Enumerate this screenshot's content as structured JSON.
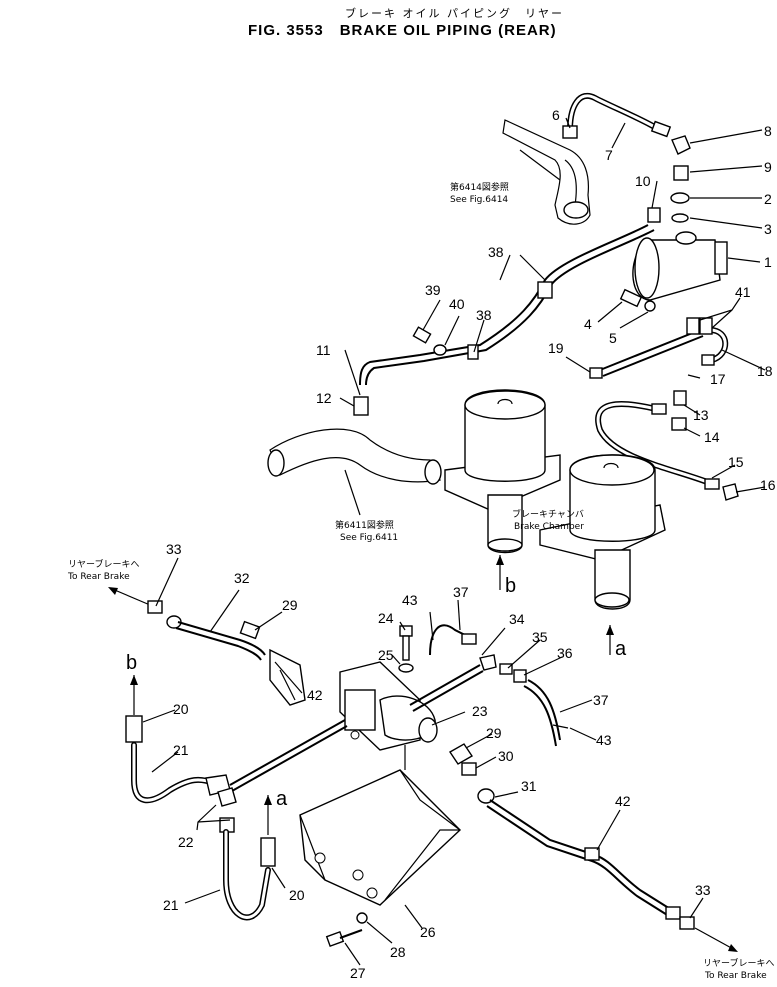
{
  "header": {
    "jp_title": "ブレーキ オイル パイピング　リヤー",
    "title": "FIG. 3553　BRAKE OIL PIPING (REAR)"
  },
  "references": [
    {
      "jp": "第6414図参照",
      "en": "See Fig.6414"
    },
    {
      "jp": "第6411図参照",
      "en": "See Fig.6411"
    }
  ],
  "labels": {
    "brake_chamber_jp": "ブレーキチャンバ",
    "brake_chamber_en": "Brake Chamber",
    "rear_brake_jp": "リヤーブレーキへ",
    "rear_brake_en": "To Rear Brake",
    "arrow_a": "a",
    "arrow_b": "b"
  },
  "callouts": [
    "1",
    "2",
    "3",
    "4",
    "5",
    "6",
    "7",
    "8",
    "9",
    "10",
    "11",
    "12",
    "13",
    "14",
    "15",
    "16",
    "17",
    "18",
    "19",
    "20",
    "21",
    "22",
    "23",
    "24",
    "25",
    "26",
    "27",
    "28",
    "29",
    "30",
    "31",
    "32",
    "33",
    "34",
    "35",
    "36",
    "37",
    "38",
    "39",
    "40",
    "41",
    "42",
    "43"
  ]
}
